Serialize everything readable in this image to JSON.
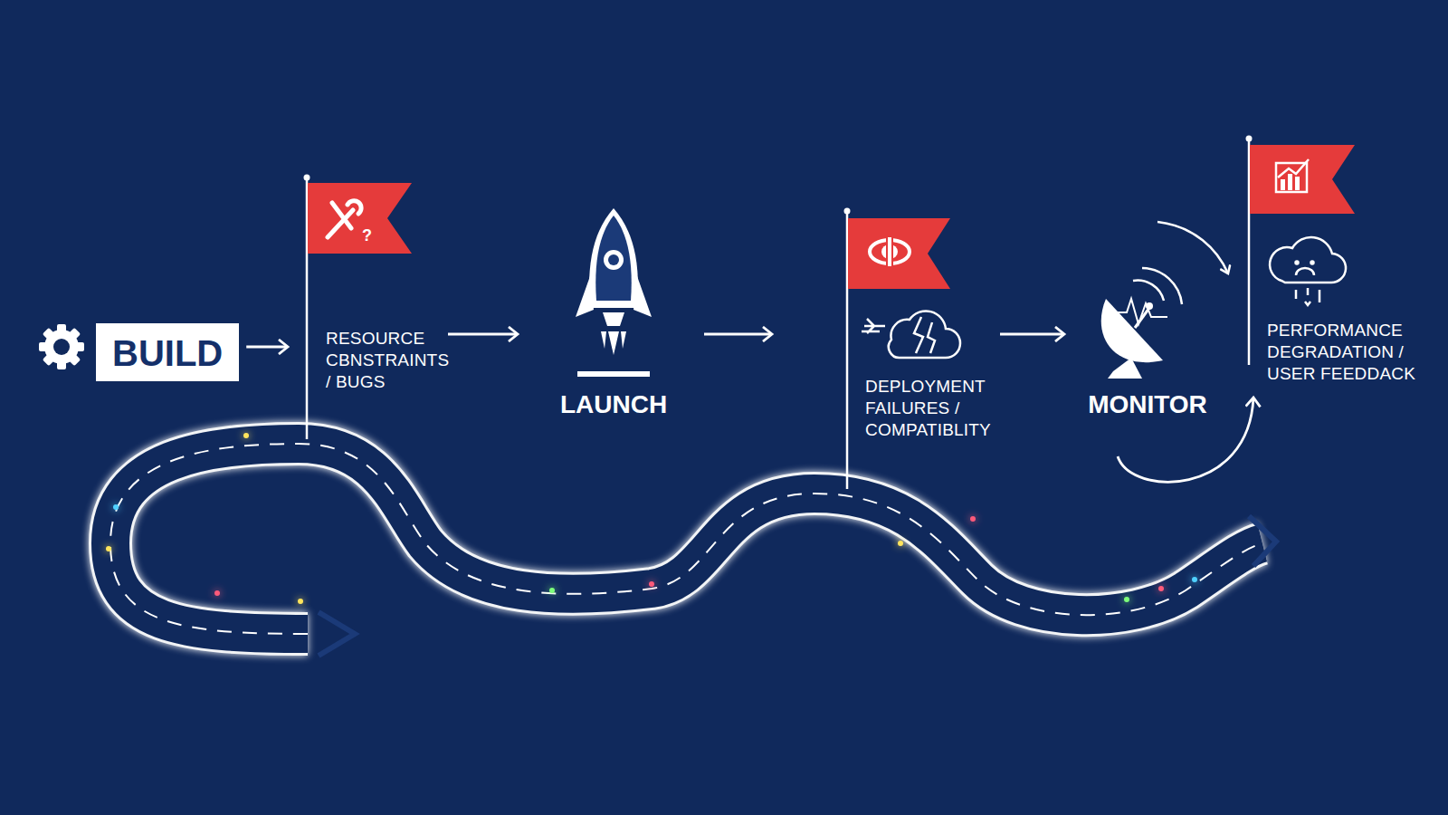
{
  "diagram": {
    "nodes": [
      {
        "text": [
          "BUILD"
        ]
      },
      {
        "text": [
          "RESOURCE CBNSTRAINTS / BUGS"
        ]
      },
      {
        "text": [
          "LAUNCH"
        ]
      },
      {
        "text": [
          "DEPLOYMENT FAILURES / COMPATIBLITY"
        ]
      },
      {
        "text": [
          "MONITOR"
        ]
      },
      {
        "text": [
          "PERFORMANCE DEGRADATION / USER FEEDDACK"
        ]
      }
    ],
    "edges": [
      {
        "from": 0,
        "to": 1,
        "arrow": "to"
      },
      {
        "from": 1,
        "to": 2,
        "arrow": "to"
      },
      {
        "from": 2,
        "to": 3,
        "arrow": "to"
      },
      {
        "from": 3,
        "to": 4,
        "arrow": "to"
      },
      {
        "from": 4,
        "to": 5,
        "arrow": "to"
      }
    ]
  }
}
